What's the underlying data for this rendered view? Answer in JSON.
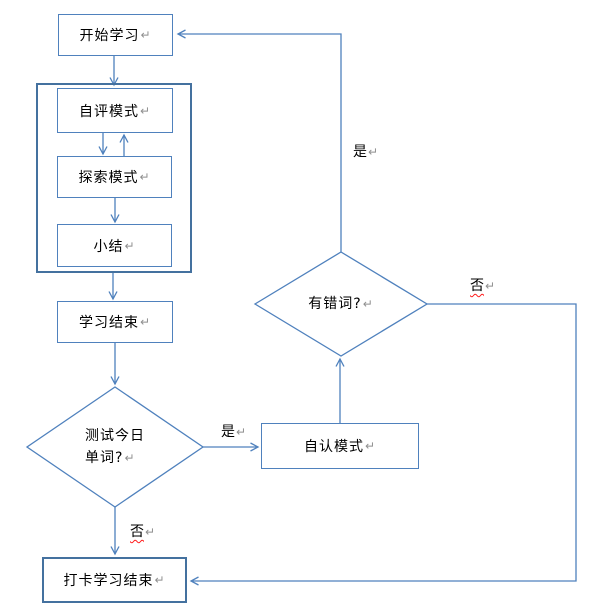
{
  "diagram": {
    "type": "flowchart",
    "paragraph_mark": "↵",
    "colors": {
      "line": "#4f81bd",
      "frame_border": "#44719f",
      "text": "#000000",
      "paragraph_mark": "#8f8f8f",
      "spellcheck_underline": "#ff1a1a"
    },
    "nodes": {
      "start": {
        "label": "开始学习"
      },
      "self_eval": {
        "label": "自评模式"
      },
      "explore": {
        "label": "探索模式"
      },
      "summary": {
        "label": "小结"
      },
      "study_end": {
        "label": "学习结束"
      },
      "test_today": {
        "label_line1": "测试今日",
        "label_line2": "单词?"
      },
      "self_recognize": {
        "label": "自认模式"
      },
      "wrong_words": {
        "label": "有错词?"
      },
      "checkin_end": {
        "label": "打卡学习结束"
      }
    },
    "edge_labels": {
      "test_yes": "是",
      "wrong_yes": "是",
      "wrong_no": "否",
      "test_no": "否"
    }
  }
}
